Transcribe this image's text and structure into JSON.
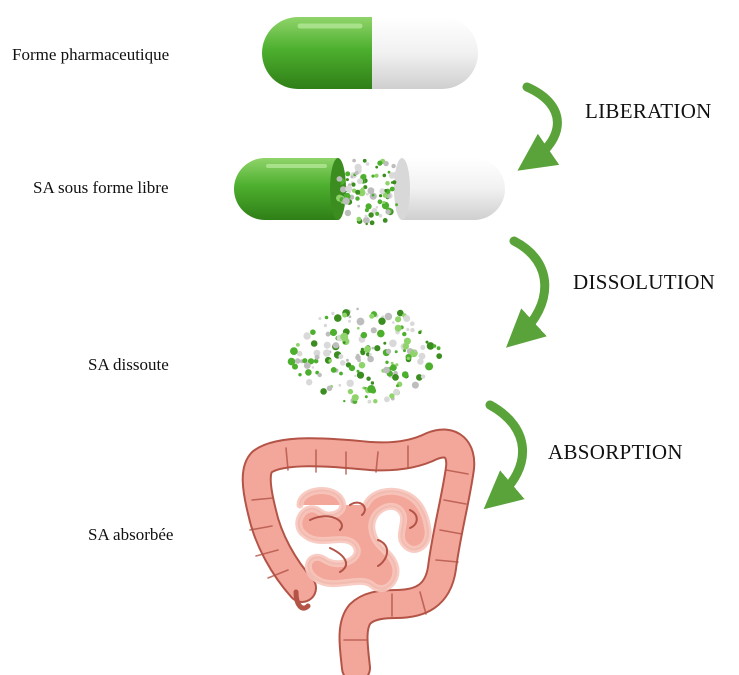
{
  "stages": [
    {
      "label": "Forme pharmaceutique"
    },
    {
      "label": "SA sous forme libre"
    },
    {
      "label": "SA dissoute"
    },
    {
      "label": "SA absorbée"
    }
  ],
  "steps": [
    {
      "label": "LIBERATION"
    },
    {
      "label": "DISSOLUTION"
    },
    {
      "label": "ABSORPTION"
    }
  ],
  "colors": {
    "capsule_green": "#4daf2e",
    "capsule_white": "#e9e9e9",
    "arrow_green": "#5aa33a",
    "intestine_fill": "#f3a79b",
    "intestine_outline": "#b35447"
  }
}
